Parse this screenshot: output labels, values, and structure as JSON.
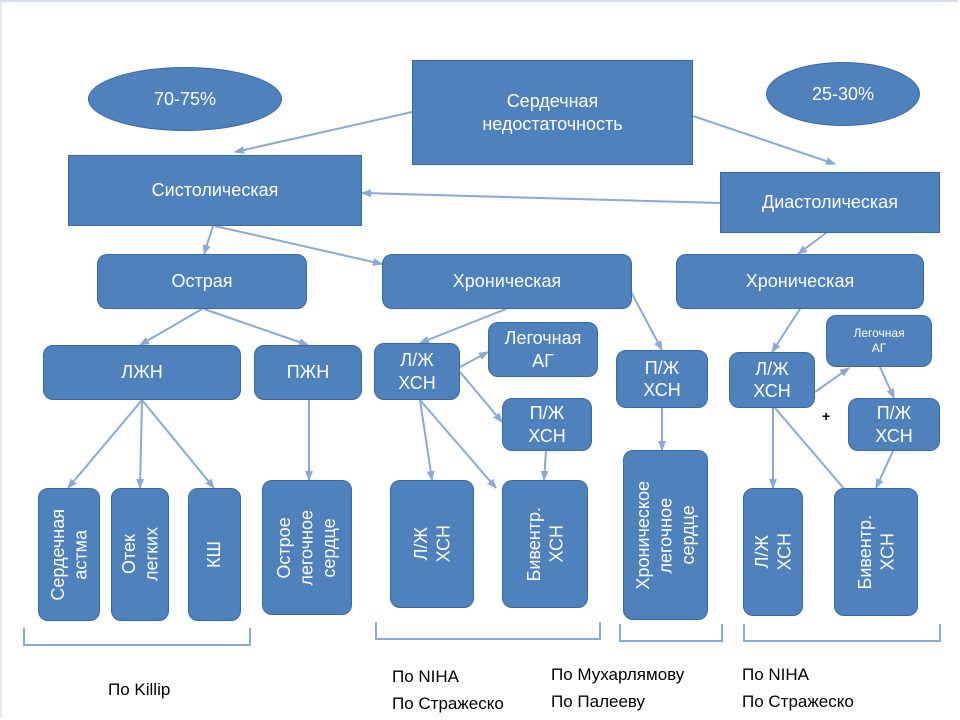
{
  "diagram": {
    "root": "Сердечная\nнедостаточность",
    "ellipses": {
      "left": "70-75%",
      "right": "25-30%"
    },
    "systolic": "Систолическая",
    "diastolic": "Диастолическая",
    "systolic_acute": "Острая",
    "systolic_chronic": "Хроническая",
    "diastolic_chronic": "Хроническая",
    "acute": {
      "lzhn": "ЛЖН",
      "pzhn": "ПЖН",
      "asthma": "Сердечная\nастма",
      "edema": "Отек\nлегких",
      "ksh": "КШ",
      "acute_pulm_heart": "Острое\nлегочное\nсердце"
    },
    "chronic": {
      "lv_hsn": "Л/Ж\nХСН",
      "pulm_ag": "Легочная\nАГ",
      "rv_hsn": "П/Ж\nХСН",
      "rv_hsn_top": "П/Ж\nХСН",
      "lv_hsn_bottom": "Л/Ж\nХСН",
      "biventr_hsn": "Бивентр.\nХСН",
      "chronic_pulm_heart": "Хроническое\nлегочное\nсердце"
    },
    "diastolic_branch": {
      "lv_hsn": "Л/Ж\nХСН",
      "pulm_ag": "Легочная\nАГ",
      "rv_hsn": "П/Ж\nХСН",
      "lv_hsn_bottom": "Л/Ж\nХСН",
      "biventr_hsn": "Бивентр.\nХСН",
      "plus": "+"
    },
    "classifications": {
      "killip": "По Killip",
      "niha_1": "По NIHA\nПо Стражеско",
      "mukharlyamov": "По Мухарлямову\nПо Палееву",
      "niha_2": "По NIHA\nПо Стражеско"
    }
  },
  "colors": {
    "box": "#4f81bd",
    "border": "#3a6aa6",
    "line": "#8aa9d4",
    "text": "#ffffff"
  }
}
